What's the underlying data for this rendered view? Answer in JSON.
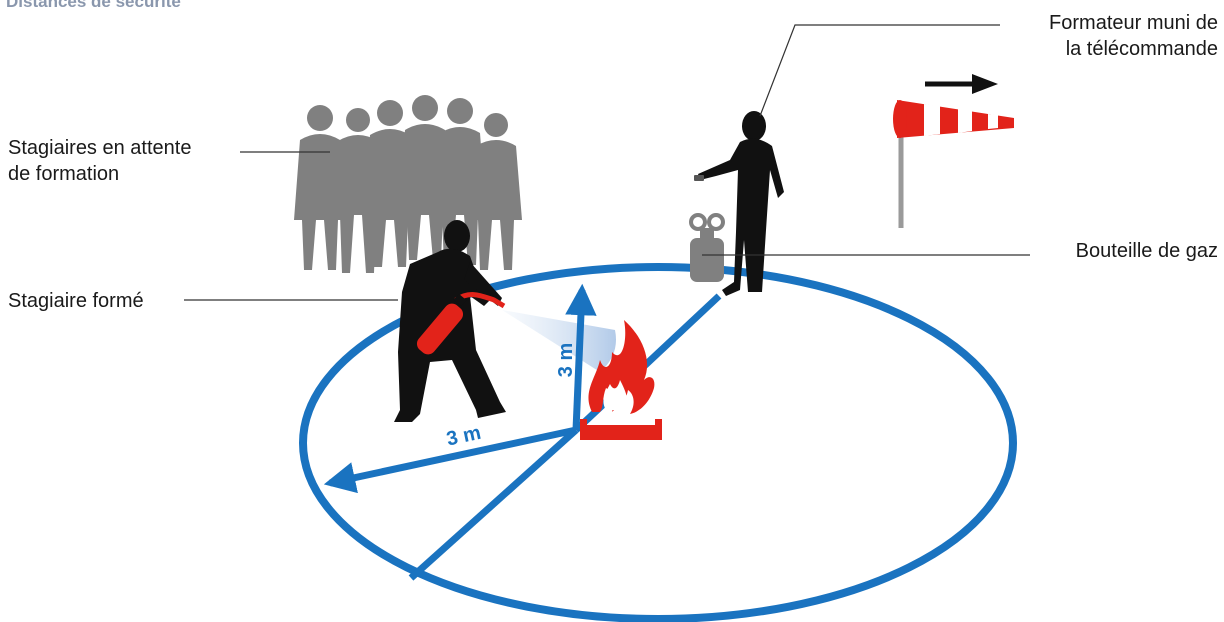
{
  "title": "Distances de sécurité",
  "labels": {
    "trainees_waiting": [
      "Stagiaires en attente",
      "de formation"
    ],
    "trained_trainee": "Stagiaire formé",
    "trainer": [
      "Formateur muni de",
      "la télécommande"
    ],
    "gas_bottle": "Bouteille de gaz"
  },
  "measures": {
    "radius_vertical": "3 m",
    "radius_horizontal": "3 m"
  },
  "colors": {
    "circle": "#1a73c0",
    "fire": "#e2231a",
    "silhouette_dark": "#111111",
    "silhouette_grey": "#808080",
    "windsock_red": "#e2231a",
    "windsock_pole": "#9a9a9a",
    "spray": "#a9c4e6"
  },
  "icons": [
    "fire-pit-icon",
    "extinguisher-icon",
    "windsock-icon",
    "wind-arrow-icon",
    "gas-bottle-icon",
    "remote-control-icon"
  ]
}
